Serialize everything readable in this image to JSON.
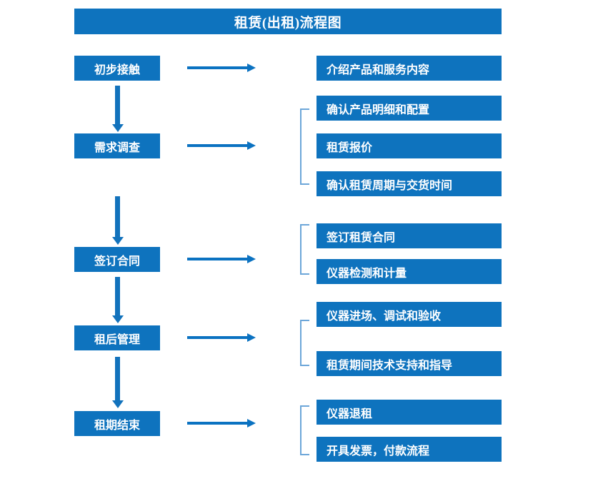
{
  "title": {
    "text": "租赁(出租)流程图"
  },
  "colors": {
    "box_fill": "#0E73BE",
    "box_text": "#FFFFFF",
    "arrow": "#0B72C1",
    "bracket": "#6CA6D9",
    "background": "#FFFFFF"
  },
  "stages": [
    {
      "label": "初步接触"
    },
    {
      "label": "需求调查"
    },
    {
      "label": "签订合同"
    },
    {
      "label": "租后管理"
    },
    {
      "label": "租期结束"
    }
  ],
  "details": [
    {
      "label": "介绍产品和服务内容"
    },
    {
      "label": "确认产品明细和配置"
    },
    {
      "label": "租赁报价"
    },
    {
      "label": "确认租赁周期与交货时间"
    },
    {
      "label": "签订租赁合同"
    },
    {
      "label": "仪器检测和计量"
    },
    {
      "label": "仪器进场、调试和验收"
    },
    {
      "label": "租赁期间技术支持和指导"
    },
    {
      "label": "仪器退租"
    },
    {
      "label": "开具发票，付款流程"
    }
  ],
  "flow": {
    "stage_to_detail_arrows": 5,
    "stage_sequence_arrows": 4,
    "group_brackets": 4
  },
  "chart_data": {
    "type": "diagram",
    "title": "租赁(出租)流程图",
    "nodes_left": [
      "初步接触",
      "需求调查",
      "签订合同",
      "租后管理",
      "租期结束"
    ],
    "nodes_right_groups": [
      {
        "stage": "初步接触",
        "items": [
          "介绍产品和服务内容"
        ],
        "bracketed": false
      },
      {
        "stage": "需求调查",
        "items": [
          "确认产品明细和配置",
          "租赁报价",
          "确认租赁周期与交货时间"
        ],
        "bracketed": true
      },
      {
        "stage": "签订合同",
        "items": [
          "签订租赁合同",
          "仪器检测和计量"
        ],
        "bracketed": true
      },
      {
        "stage": "租后管理",
        "items": [
          "仪器进场、调试和验收",
          "租赁期间技术支持和指导"
        ],
        "bracketed": true
      },
      {
        "stage": "租期结束",
        "items": [
          "仪器退租",
          "开具发票，付款流程"
        ],
        "bracketed": true
      }
    ]
  }
}
